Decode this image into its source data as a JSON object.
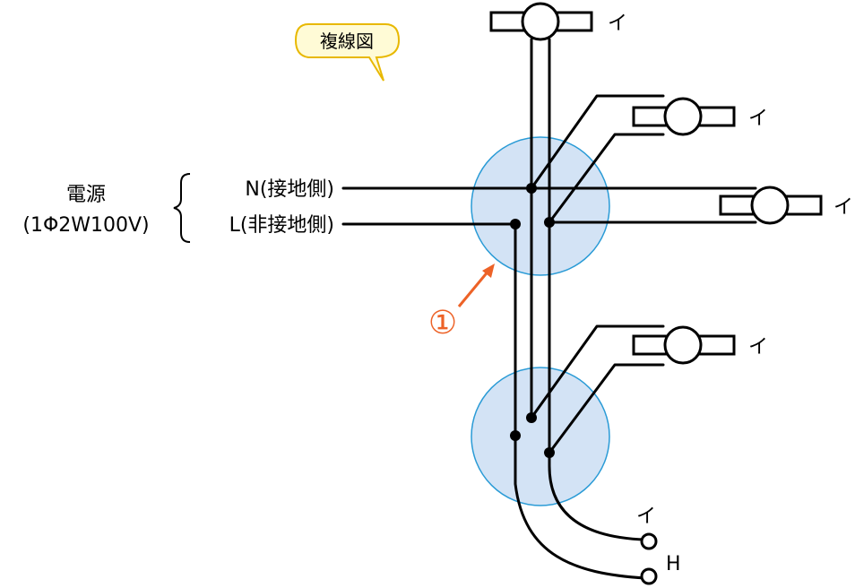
{
  "title_bubble": "複線図",
  "power_source": {
    "label": "電源",
    "spec": "(1Φ2W100V)",
    "neutral": "N(接地側)",
    "line": "L(非接地側)"
  },
  "lamp_label": "イ",
  "switch_labels": {
    "top": "イ",
    "bottom": "H"
  },
  "callout_number": "①",
  "colors": {
    "junction_fill": "#d3e3f5",
    "junction_stroke": "#2a9bd6",
    "bubble_fill": "#fffbd6",
    "bubble_stroke": "#e8b800",
    "callout": "#ed6227",
    "wire": "#000000"
  }
}
